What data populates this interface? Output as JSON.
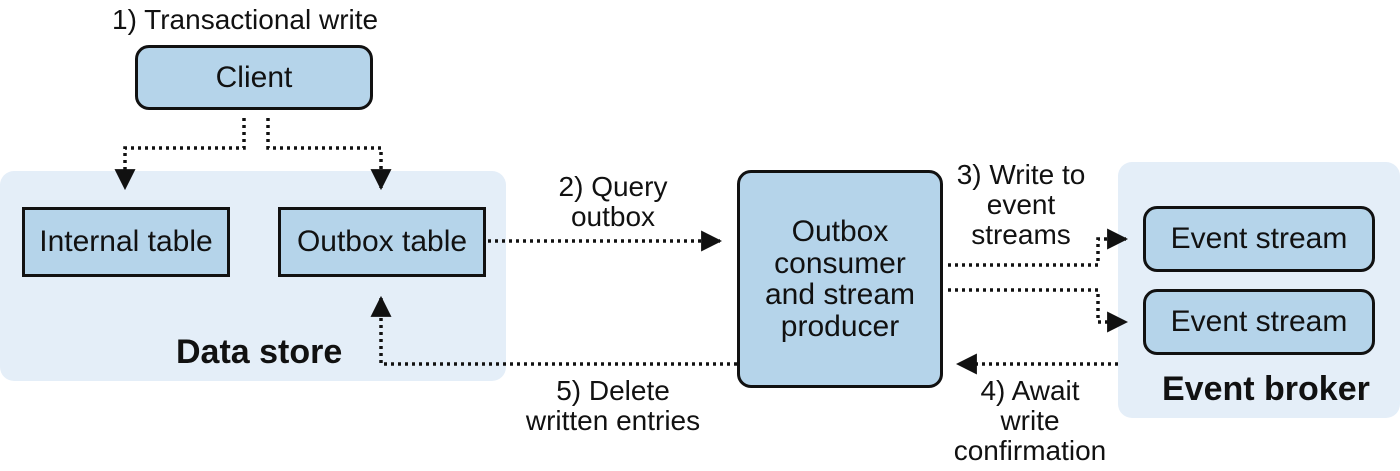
{
  "nodes": {
    "client": "Client",
    "internal_table": "Internal table",
    "outbox_table": "Outbox table",
    "outbox_consumer": "Outbox consumer and stream producer",
    "event_stream_1": "Event stream",
    "event_stream_2": "Event stream"
  },
  "regions": {
    "data_store": "Data store",
    "event_broker": "Event broker"
  },
  "edge_labels": {
    "step1": "1) Transactional write",
    "step2_line1": "2) Query",
    "step2_line2": "outbox",
    "step3_line1": "3) Write to",
    "step3_line2": "event",
    "step3_line3": "streams",
    "step4_line1": "4) Await",
    "step4_line2": "write",
    "step4_line3": "confirmation",
    "step5_line1": "5) Delete",
    "step5_line2": "written entries"
  },
  "colors": {
    "node_fill": "#b5d4ea",
    "region_fill": "#e4eef8",
    "stroke": "#111111"
  }
}
